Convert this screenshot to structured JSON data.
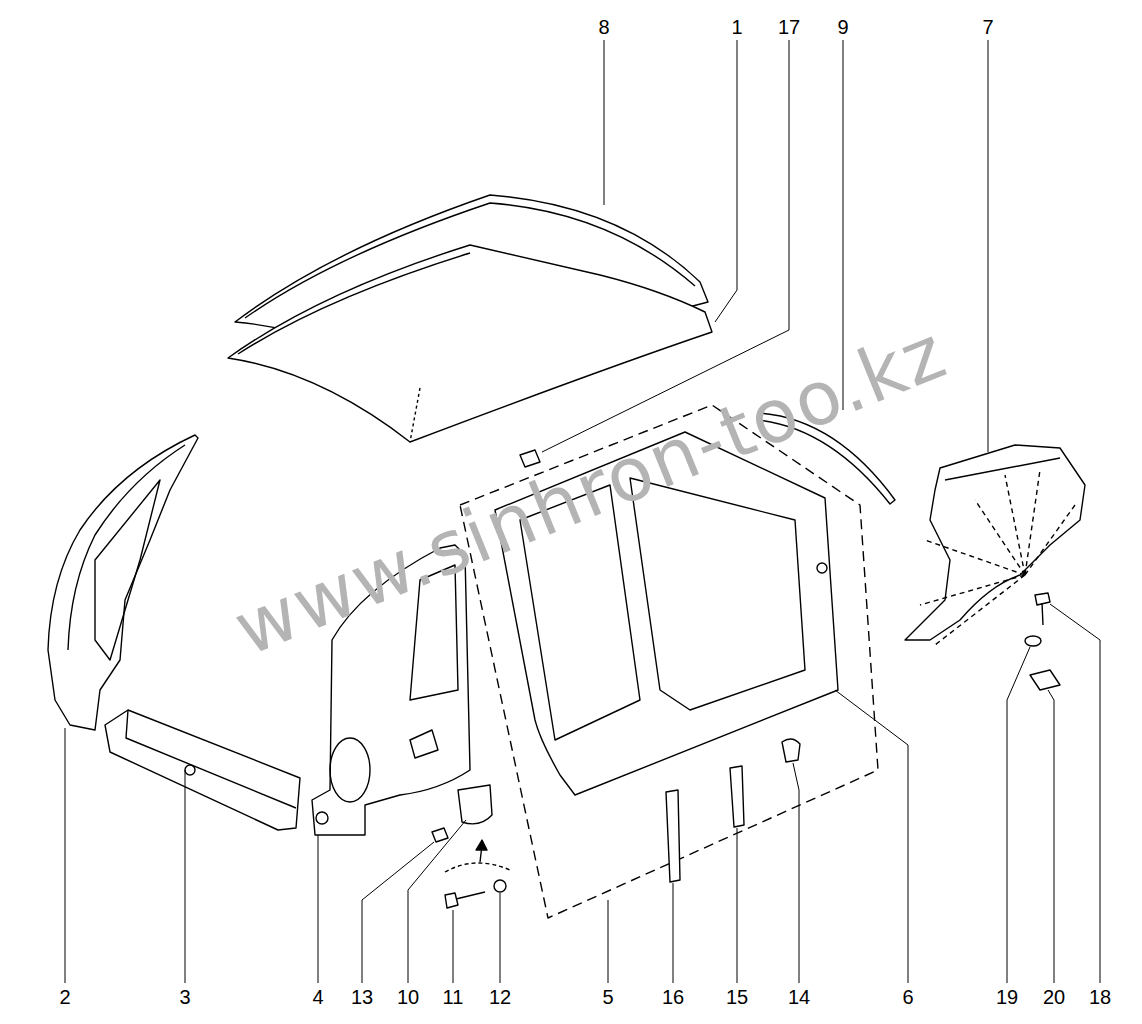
{
  "diagram": {
    "labels": [
      "8",
      "1",
      "17",
      "9",
      "7",
      "2",
      "3",
      "4",
      "13",
      "10",
      "11",
      "12",
      "5",
      "16",
      "15",
      "14",
      "6",
      "19",
      "20",
      "18",
      "www.sinhron-too.kz"
    ]
  }
}
